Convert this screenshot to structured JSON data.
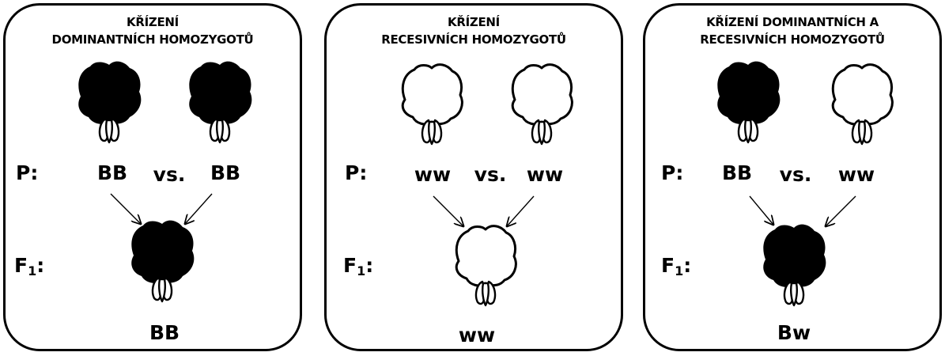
{
  "panels": [
    {
      "title_lines": [
        "KŘÍZENÍ",
        "DOMINANTNÍCH HOMOZYGOTŮ"
      ],
      "p_label": "P:",
      "parent1": "BB",
      "vs": "vs.",
      "parent2": "BB",
      "f1_label": "F",
      "f1_sub": "1",
      "f1_colon": ":",
      "offspring": "BB",
      "parent1_flower": "dominant-black-flower",
      "parent2_flower": "dominant-black-flower",
      "offspring_flower": "dominant-black-flower"
    },
    {
      "title_lines": [
        "KŘÍZENÍ",
        "RECESIVNÍCH HOMOZYGOTŮ"
      ],
      "p_label": "P:",
      "parent1": "ww",
      "vs": "vs.",
      "parent2": "ww",
      "f1_label": "F",
      "f1_sub": "1",
      "f1_colon": ":",
      "offspring": "ww",
      "parent1_flower": "recessive-white-flower",
      "parent2_flower": "recessive-white-flower",
      "offspring_flower": "recessive-white-flower"
    },
    {
      "title_lines": [
        "KŘÍZENÍ DOMINANTNÍCH A",
        "RECESIVNÍCH HOMOZYGOTŮ"
      ],
      "p_label": "P:",
      "parent1": "BB",
      "vs": "vs.",
      "parent2": "ww",
      "f1_label": "F",
      "f1_sub": "1",
      "f1_colon": ":",
      "offspring": "Bw",
      "parent1_flower": "dominant-black-flower",
      "parent2_flower": "recessive-white-flower",
      "offspring_flower": "dominant-black-flower"
    }
  ],
  "colors": {
    "black_flower": "#000000",
    "white_flower": "#ffffff",
    "outline": "#000000"
  }
}
